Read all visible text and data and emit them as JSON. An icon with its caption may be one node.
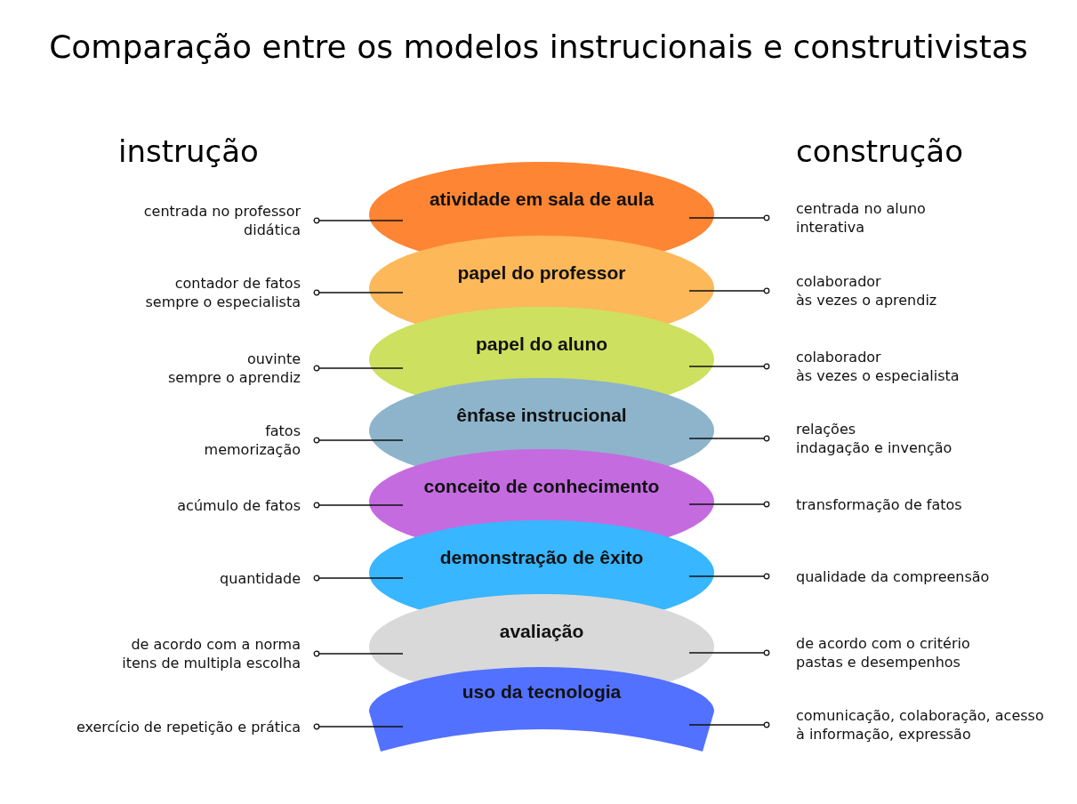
{
  "diagram": {
    "title": "Comparação entre os modelos instrucionais e construtivistas",
    "nodes": [
      {
        "text": [
          "atividade em sala de aula"
        ]
      },
      {
        "text": [
          "papel do professor"
        ]
      },
      {
        "text": [
          "papel do aluno"
        ]
      },
      {
        "text": [
          "ênfase instrucional"
        ]
      },
      {
        "text": [
          "conceito de conhecimento"
        ]
      },
      {
        "text": [
          "demonstração de êxito"
        ]
      },
      {
        "text": [
          "avaliação"
        ]
      },
      {
        "text": [
          "uso da tecnologia"
        ]
      },
      {
        "text": [
          "centrada no professor",
          "didática"
        ]
      },
      {
        "text": [
          "contador de fatos",
          "sempre o especialista"
        ]
      },
      {
        "text": [
          "ouvinte",
          "sempre o aprendiz"
        ]
      },
      {
        "text": [
          "fatos",
          "memorização"
        ]
      },
      {
        "text": [
          "acúmulo de fatos"
        ]
      },
      {
        "text": [
          "quantidade"
        ]
      },
      {
        "text": [
          "de acordo com a norma",
          "itens de multipla escolha"
        ]
      },
      {
        "text": [
          "exercício de repetição e prática"
        ]
      },
      {
        "text": [
          "centrada no aluno",
          "interativa"
        ]
      },
      {
        "text": [
          "colaborador",
          "às vezes o aprendiz"
        ]
      },
      {
        "text": [
          "colaborador",
          "às vezes o especialista"
        ]
      },
      {
        "text": [
          "relações",
          "indagação e invenção"
        ]
      },
      {
        "text": [
          "transformação de fatos"
        ]
      },
      {
        "text": [
          "qualidade da compreensão"
        ]
      },
      {
        "text": [
          "de acordo com o critério",
          "pastas e desempenhos"
        ]
      },
      {
        "text": [
          "comunicação, colaboração, acesso à informação, expressão"
        ]
      }
    ],
    "edges": [
      {
        "from": 8,
        "to": 0,
        "arrow": "other"
      },
      {
        "from": 9,
        "to": 1,
        "arrow": "other"
      },
      {
        "from": 10,
        "to": 2,
        "arrow": "other"
      },
      {
        "from": 11,
        "to": 3,
        "arrow": "other"
      },
      {
        "from": 12,
        "to": 4,
        "arrow": "other"
      },
      {
        "from": 13,
        "to": 5,
        "arrow": "other"
      },
      {
        "from": 14,
        "to": 6,
        "arrow": "other"
      },
      {
        "from": 15,
        "to": 7,
        "arrow": "other"
      },
      {
        "from": 16,
        "to": 0,
        "arrow": "other"
      },
      {
        "from": 17,
        "to": 1,
        "arrow": "other"
      },
      {
        "from": 18,
        "to": 2,
        "arrow": "other"
      },
      {
        "from": 19,
        "to": 3,
        "arrow": "other"
      },
      {
        "from": 20,
        "to": 4,
        "arrow": "other"
      },
      {
        "from": 21,
        "to": 5,
        "arrow": "other"
      },
      {
        "from": 22,
        "to": 6,
        "arrow": "other"
      },
      {
        "from": 23,
        "to": 7,
        "arrow": "other"
      }
    ],
    "labels": [
      "instrução",
      "construção"
    ]
  }
}
